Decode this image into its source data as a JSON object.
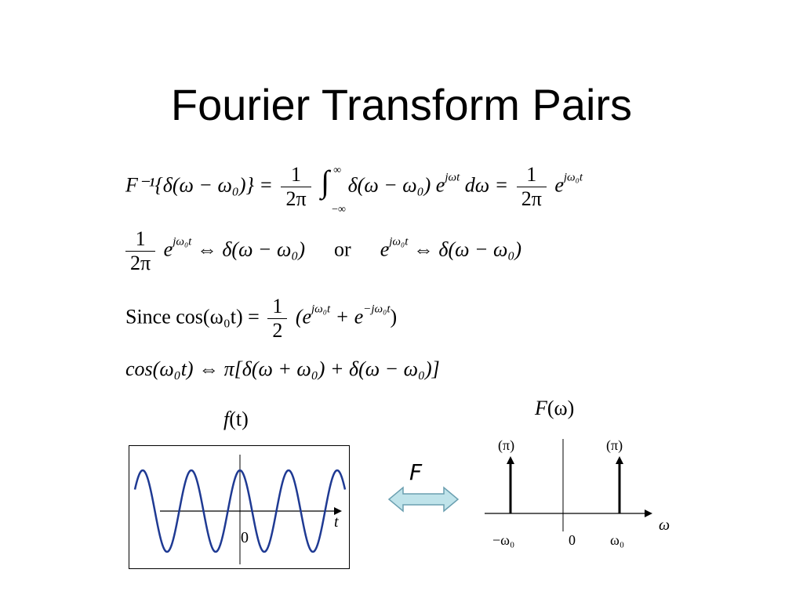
{
  "title": "Fourier Transform Pairs",
  "equations": {
    "eq1": {
      "lhs": "F⁻¹{δ(ω − ω₀)} =",
      "frac_num": "1",
      "frac_den": "2π",
      "integral_upper": "∞",
      "integral_lower": "−∞",
      "integrand": "δ(ω − ω₀) e",
      "exp1": "jωt",
      "dw": "dω =",
      "frac2_num": "1",
      "frac2_den": "2π",
      "tail": "e",
      "exp2": "jω₀t"
    },
    "eq2": {
      "frac_num": "1",
      "frac_den": "2π",
      "e1": "e",
      "exp1": "jω₀t",
      "rel1": "⇔ δ(ω − ω₀)",
      "or": "or",
      "e2": "e",
      "exp2": "jω₀t",
      "rel2": "⇔ δ(ω − ω₀)"
    },
    "eq3": {
      "lhs": "Since cos(ω₀t) =",
      "frac_num": "1",
      "frac_den": "2",
      "open": "(e",
      "exp1": "jω₀t",
      "mid": "+ e",
      "exp2": "−jω₀t",
      "close": ")"
    },
    "eq4": {
      "text": "cos(ω₀t) ⇔ π[δ(ω + ω₀) + δ(ω − ω₀)]"
    }
  },
  "time_plot": {
    "label_f": "f",
    "label_t": "(t)",
    "axis_t": "t",
    "zero": "0",
    "colors": {
      "wave": "#1f3a93",
      "frame": "#000000",
      "axis": "#000000"
    }
  },
  "transform_arrow": {
    "label": "F",
    "colors": {
      "fill": "#bfe3ea",
      "stroke": "#6a9fb0"
    }
  },
  "freq_plot": {
    "label_F": "F",
    "label_w": "(ω)",
    "impulse_left": "(π)",
    "impulse_right": "(π)",
    "tick_neg": "−ω₀",
    "tick_zero": "0",
    "tick_pos": "ω₀",
    "axis_w": "ω"
  }
}
